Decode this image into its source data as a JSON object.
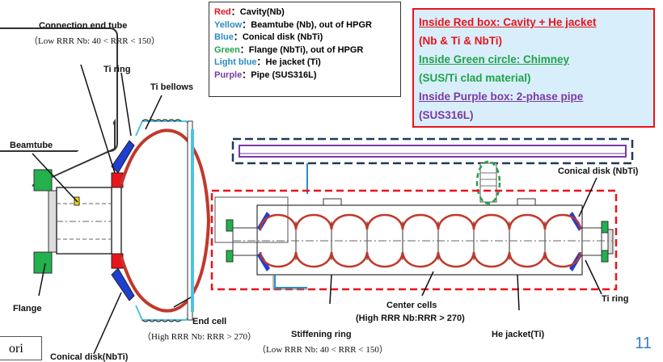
{
  "legend": {
    "red": {
      "name": "Red",
      "desc": "：Cavity(Nb)",
      "color": "#e8141b"
    },
    "yellow": {
      "name": "Yellow",
      "desc": "：Beamtube (Nb), out of HPGR",
      "color": "#2b8cc4"
    },
    "blue": {
      "name": "Blue",
      "desc": "：Conical disk (NbTi)",
      "color": "#2b8cc4"
    },
    "green": {
      "name": "Green",
      "desc": "：Flange (NbTi), out of HPGR",
      "color": "#1fa34a"
    },
    "lightblue": {
      "name": "Light blue",
      "desc": "：He jacket (Ti)",
      "color": "#2b8cc4"
    },
    "purple": {
      "name": "Purple",
      "desc": "：Pipe (SUS316L)",
      "color": "#7a3aa3"
    }
  },
  "notes": {
    "red_line1": "Inside Red box: Cavity + He jacket",
    "red_line2": "(Nb & Ti & NbTi)",
    "green_line1": "Inside Green circle: Chimney",
    "green_line2": "(SUS/Ti clad material)",
    "purple_line1": "Inside Purple box: 2-phase pipe",
    "purple_line2": "(SUS316L)"
  },
  "labels": {
    "connection_end_tube": "Connection end tube",
    "connection_end_tube_sub": "（Low RRR Nb: 40 < RRR < 150）",
    "ti_ring_top": "Ti ring",
    "ti_bellows": "Ti bellows",
    "beamtube": "Beamtube",
    "flange": "Flange",
    "conical_disk_left": "Conical disk(NbTi)",
    "end_cell": "End cell",
    "end_cell_sub": "（High RRR Nb: RRR > 270）",
    "stiffening_ring": "Stiffening ring",
    "stiffening_ring_sub": "（Low RRR Nb: 40 < RRR < 150）",
    "center_cells": "Center cells",
    "center_cells_sub": "(High RRR Nb:RRR > 270)",
    "he_jacket": "He jacket(Ti)",
    "ti_ring_right": "Ti ring",
    "conical_disk_right": "Conical disk (NbTi)"
  },
  "author_fragment": "ori",
  "page_number": "11",
  "colors": {
    "cavity": "#c0392b",
    "box_red": "#e8141b",
    "box_navy": "#1f3a5a",
    "chimney": "#1fa34a",
    "flange": "#22b14c",
    "blue": "#1e3fd0",
    "jacket": "#4ec3e0"
  }
}
